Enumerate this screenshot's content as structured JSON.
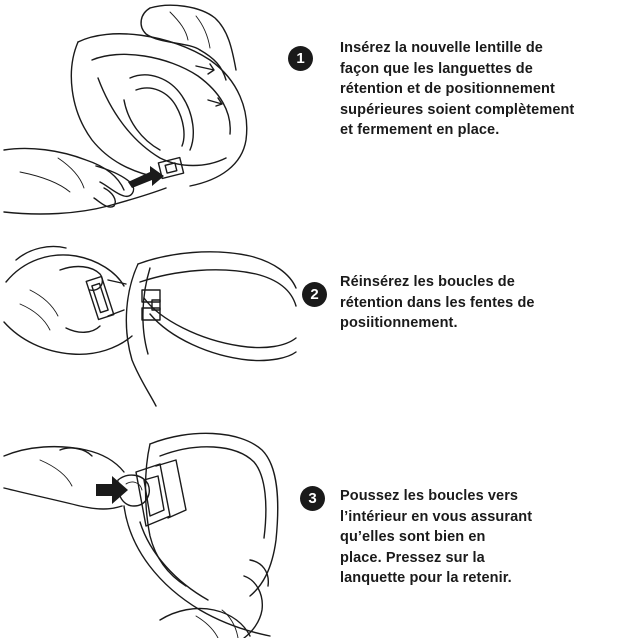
{
  "steps": [
    {
      "number": "1",
      "lines": [
        "Insérez la nouvelle lentille de",
        "façon que les languettes de",
        "rétention et de positionnement",
        "supérieures soient complètement",
        "et fermement en place."
      ]
    },
    {
      "number": "2",
      "lines": [
        "Réinsérez les boucles de",
        "rétention dans les fentes de",
        "posiitionnement."
      ]
    },
    {
      "number": "3",
      "lines": [
        "Poussez les boucles vers",
        "l’intérieur en vous assurant",
        "qu’elles sont bien en",
        "place. Pressez sur la",
        "lanquette pour la retenir."
      ]
    }
  ]
}
